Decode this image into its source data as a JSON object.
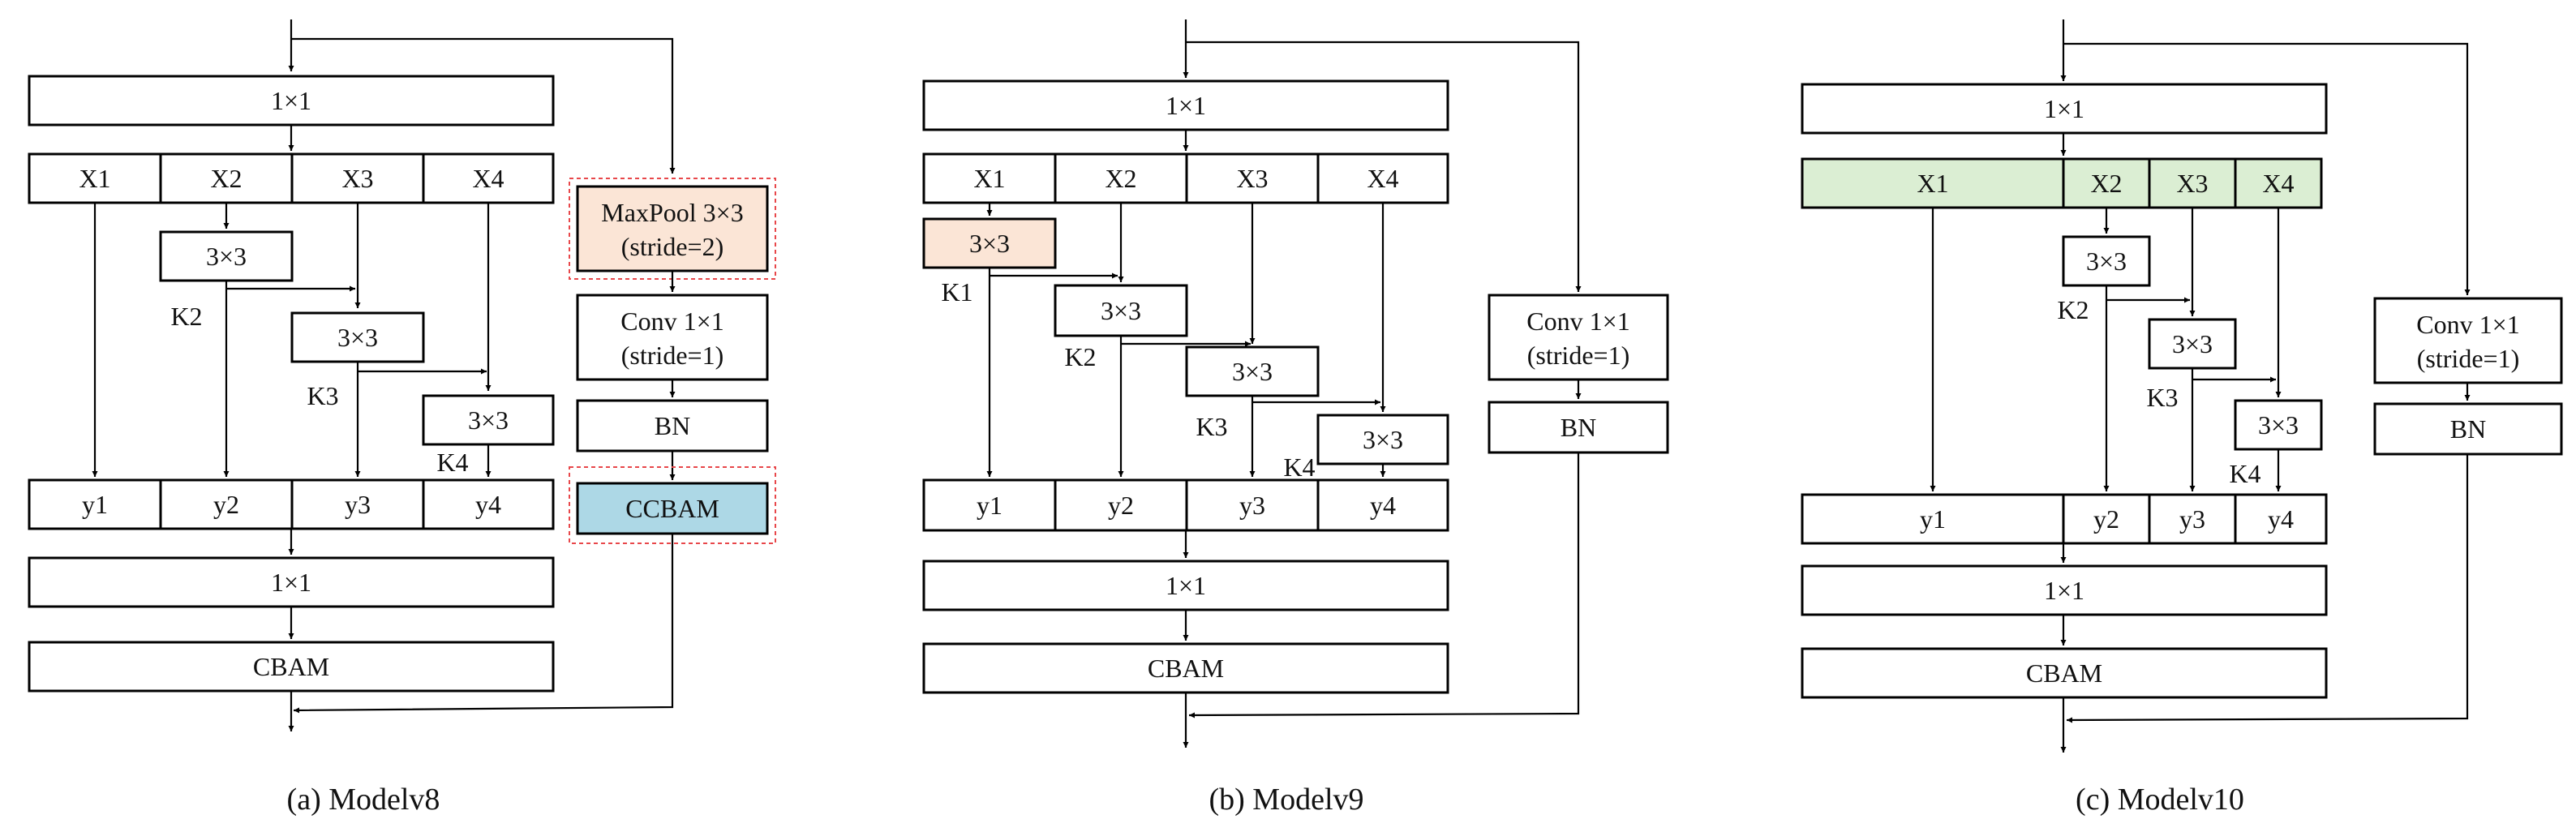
{
  "colors": {
    "peach": "#fbe5d6",
    "blue": "#add8e6",
    "green": "#dbeed3",
    "dashed_outline": "#e8474a"
  },
  "panels": [
    {
      "caption": "(a) Modelv8",
      "conv1x1_top": "1×1",
      "splits": [
        "X1",
        "X2",
        "X3",
        "X4"
      ],
      "convs": [
        "3×3",
        "3×3",
        "3×3"
      ],
      "k_labels": [
        "K2",
        "K3",
        "K4"
      ],
      "outputs": [
        "y1",
        "y2",
        "y3",
        "y4"
      ],
      "conv1x1_bottom": "1×1",
      "attention": "CBAM",
      "shortcut": {
        "maxpool": [
          "MaxPool 3×3",
          "(stride=2)"
        ],
        "conv": [
          "Conv 1×1",
          "(stride=1)"
        ],
        "bn": "BN",
        "ccbam": "CCBAM"
      }
    },
    {
      "caption": "(b) Modelv9",
      "conv1x1_top": "1×1",
      "splits": [
        "X1",
        "X2",
        "X3",
        "X4"
      ],
      "convs": [
        "3×3",
        "3×3",
        "3×3",
        "3×3"
      ],
      "k_labels": [
        "K1",
        "K2",
        "K3",
        "K4"
      ],
      "outputs": [
        "y1",
        "y2",
        "y3",
        "y4"
      ],
      "conv1x1_bottom": "1×1",
      "attention": "CBAM",
      "shortcut": {
        "conv": [
          "Conv 1×1",
          "(stride=1)"
        ],
        "bn": "BN"
      }
    },
    {
      "caption": "(c) Modelv10",
      "conv1x1_top": "1×1",
      "splits": [
        "X1",
        "X2",
        "X3",
        "X4"
      ],
      "convs": [
        "3×3",
        "3×3",
        "3×3"
      ],
      "k_labels": [
        "K2",
        "K3",
        "K4"
      ],
      "outputs": [
        "y1",
        "y2",
        "y3",
        "y4"
      ],
      "conv1x1_bottom": "1×1",
      "attention": "CBAM",
      "shortcut": {
        "conv": [
          "Conv 1×1",
          "(stride=1)"
        ],
        "bn": "BN"
      }
    }
  ]
}
